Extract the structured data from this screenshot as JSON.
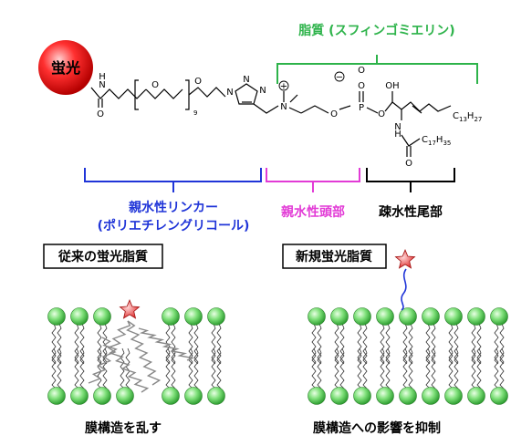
{
  "molecule": {
    "fluorophore_label": "蛍光",
    "atoms": {
      "N": "N",
      "H": "H",
      "O": "O",
      "P": "P",
      "plus": "+",
      "minus": "−",
      "peg_repeat": "9",
      "OH": "OH",
      "C13H27": "C",
      "C13H27_sub": "13",
      "C13H27_H": "H",
      "C13H27_sub2": "27",
      "C17H35": "C",
      "C17H35_sub": "17",
      "C17H35_H": "H",
      "C17H35_sub2": "35"
    }
  },
  "labels": {
    "lipid_top": "脂質 (スフィンゴミエリン)",
    "linker_line1": "親水性リンカー",
    "linker_line2": "(ポリエチレングリコール)",
    "head": "親水性頭部",
    "tail": "疎水性尾部"
  },
  "panels": {
    "conventional": {
      "title": "従来の蛍光脂質",
      "caption": "膜構造を乱す"
    },
    "novel": {
      "title": "新規蛍光脂質",
      "caption": "膜構造への影響を抑制"
    }
  },
  "colors": {
    "green": "#2db34a",
    "blue": "#2035d8",
    "magenta": "#e23bd6",
    "red": "#e0202a",
    "lipid_green": "#7fe07a"
  }
}
